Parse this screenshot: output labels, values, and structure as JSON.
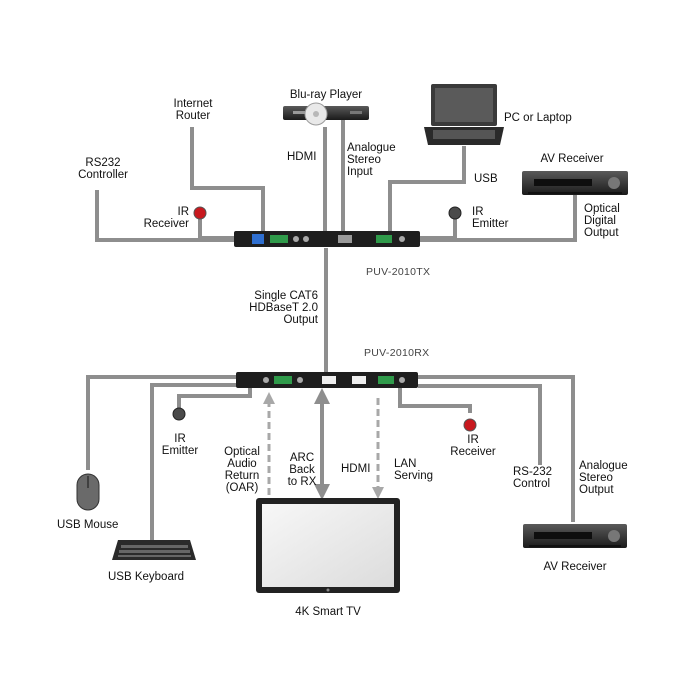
{
  "devices": {
    "internet_router": "Internet\nRouter",
    "bluray_player": "Blu-ray Player",
    "pc_laptop": "PC or Laptop",
    "rs232_controller": "RS232\nController",
    "av_receiver_top": "AV Receiver",
    "ir_receiver_top": "IR\nReceiver",
    "ir_emitter_top": "IR\nEmitter",
    "transmitter": "PUV-2010TX",
    "receiver": "PUV-2010RX",
    "ir_emitter_bottom": "IR\nEmitter",
    "ir_receiver_bottom": "IR\nReceiver",
    "usb_mouse": "USB Mouse",
    "usb_keyboard": "USB Keyboard",
    "smart_tv": "4K Smart TV",
    "av_receiver_bottom": "AV Receiver"
  },
  "connections": {
    "hdmi_top": "HDMI",
    "analogue_stereo_input": "Analogue\nStereo\nInput",
    "usb": "USB",
    "optical_digital_output": "Optical\nDigital\nOutput",
    "cat6_link": "Single CAT6\nHDBaseT 2.0\nOutput",
    "optical_audio_return": "Optical\nAudio\nReturn\n(OAR)",
    "arc_back": "ARC\nBack\nto RX",
    "hdmi_bottom": "HDMI",
    "lan_serving": "LAN\nServing",
    "rs232_control": "RS-232\nControl",
    "analogue_stereo_output": "Analogue\nStereo\nOutput"
  },
  "colors": {
    "cable": "#8e8e8e",
    "device_body": "#1e1e1e",
    "terminal_green": "#2f9a4a",
    "ir_red": "#c8181e",
    "port_blue": "#2f6fd0"
  }
}
